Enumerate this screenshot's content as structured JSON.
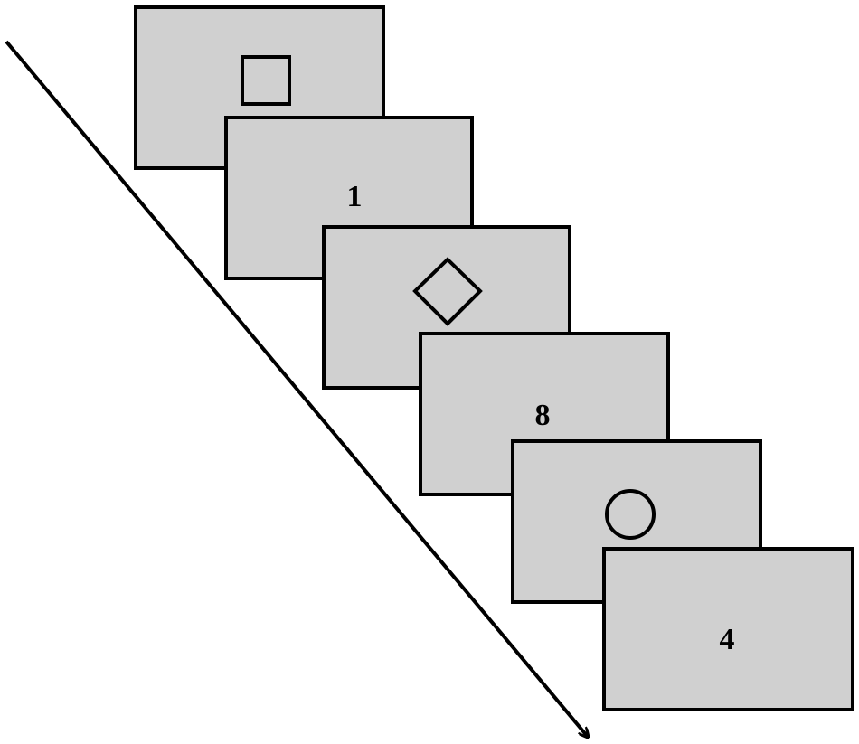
{
  "colors": {
    "frame_fill": "#d0d0d0",
    "stroke": "#000000",
    "background": "#ffffff"
  },
  "sequence": [
    {
      "kind": "shape",
      "icon": "square-icon"
    },
    {
      "kind": "digit",
      "text": "1"
    },
    {
      "kind": "shape",
      "icon": "diamond-icon"
    },
    {
      "kind": "digit",
      "text": "8"
    },
    {
      "kind": "shape",
      "icon": "circle-icon"
    },
    {
      "kind": "digit",
      "text": "4"
    }
  ],
  "time_arrow": {
    "icon": "arrow-icon"
  }
}
